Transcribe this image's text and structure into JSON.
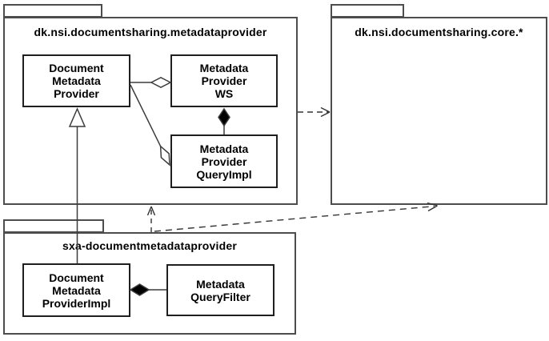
{
  "colors": {
    "background": "#ffffff",
    "package_border": "#4d4d4d",
    "class_border": "#1f1f1f",
    "text": "#000000",
    "connector": "#3c3c3c",
    "composition_diamond_fill": "#000000",
    "aggregation_diamond_fill": "#ffffff"
  },
  "packages": {
    "metadataprovider": {
      "title": "dk.nsi.documentsharing.metadataprovider"
    },
    "core": {
      "title": "dk.nsi.documentsharing.core.*"
    },
    "sxa": {
      "title": "sxa-documentmetadataprovider"
    }
  },
  "classes": {
    "document_metadata_provider": {
      "label": "Document\nMetadata\nProvider"
    },
    "metadata_provider_ws": {
      "label": "Metadata\nProvider\nWS"
    },
    "metadata_provider_queryimpl": {
      "label": "Metadata\nProvider\nQueryImpl"
    },
    "document_metadata_providerimpl": {
      "label": "Document\nMetadata\nProviderImpl"
    },
    "metadata_queryfilter": {
      "label": "Metadata\nQueryFilter"
    }
  },
  "relationships": [
    {
      "type": "aggregation",
      "from": "DocumentMetadataProvider",
      "to": "MetadataProviderWS"
    },
    {
      "type": "aggregation",
      "from": "DocumentMetadataProvider",
      "to": "MetadataProviderQueryImpl"
    },
    {
      "type": "composition",
      "whole": "MetadataProviderWS",
      "part": "MetadataProviderQueryImpl"
    },
    {
      "type": "composition",
      "whole": "DocumentMetadataProviderImpl",
      "part": "MetadataQueryFilter"
    },
    {
      "type": "generalization",
      "child": "DocumentMetadataProviderImpl",
      "parent": "DocumentMetadataProvider"
    },
    {
      "type": "dependency",
      "from": "dk.nsi.documentsharing.metadataprovider",
      "to": "dk.nsi.documentsharing.core.*"
    },
    {
      "type": "dependency",
      "from": "sxa-documentmetadataprovider",
      "to": "dk.nsi.documentsharing.metadataprovider"
    },
    {
      "type": "dependency",
      "from": "sxa-documentmetadataprovider",
      "to": "dk.nsi.documentsharing.core.*"
    }
  ]
}
